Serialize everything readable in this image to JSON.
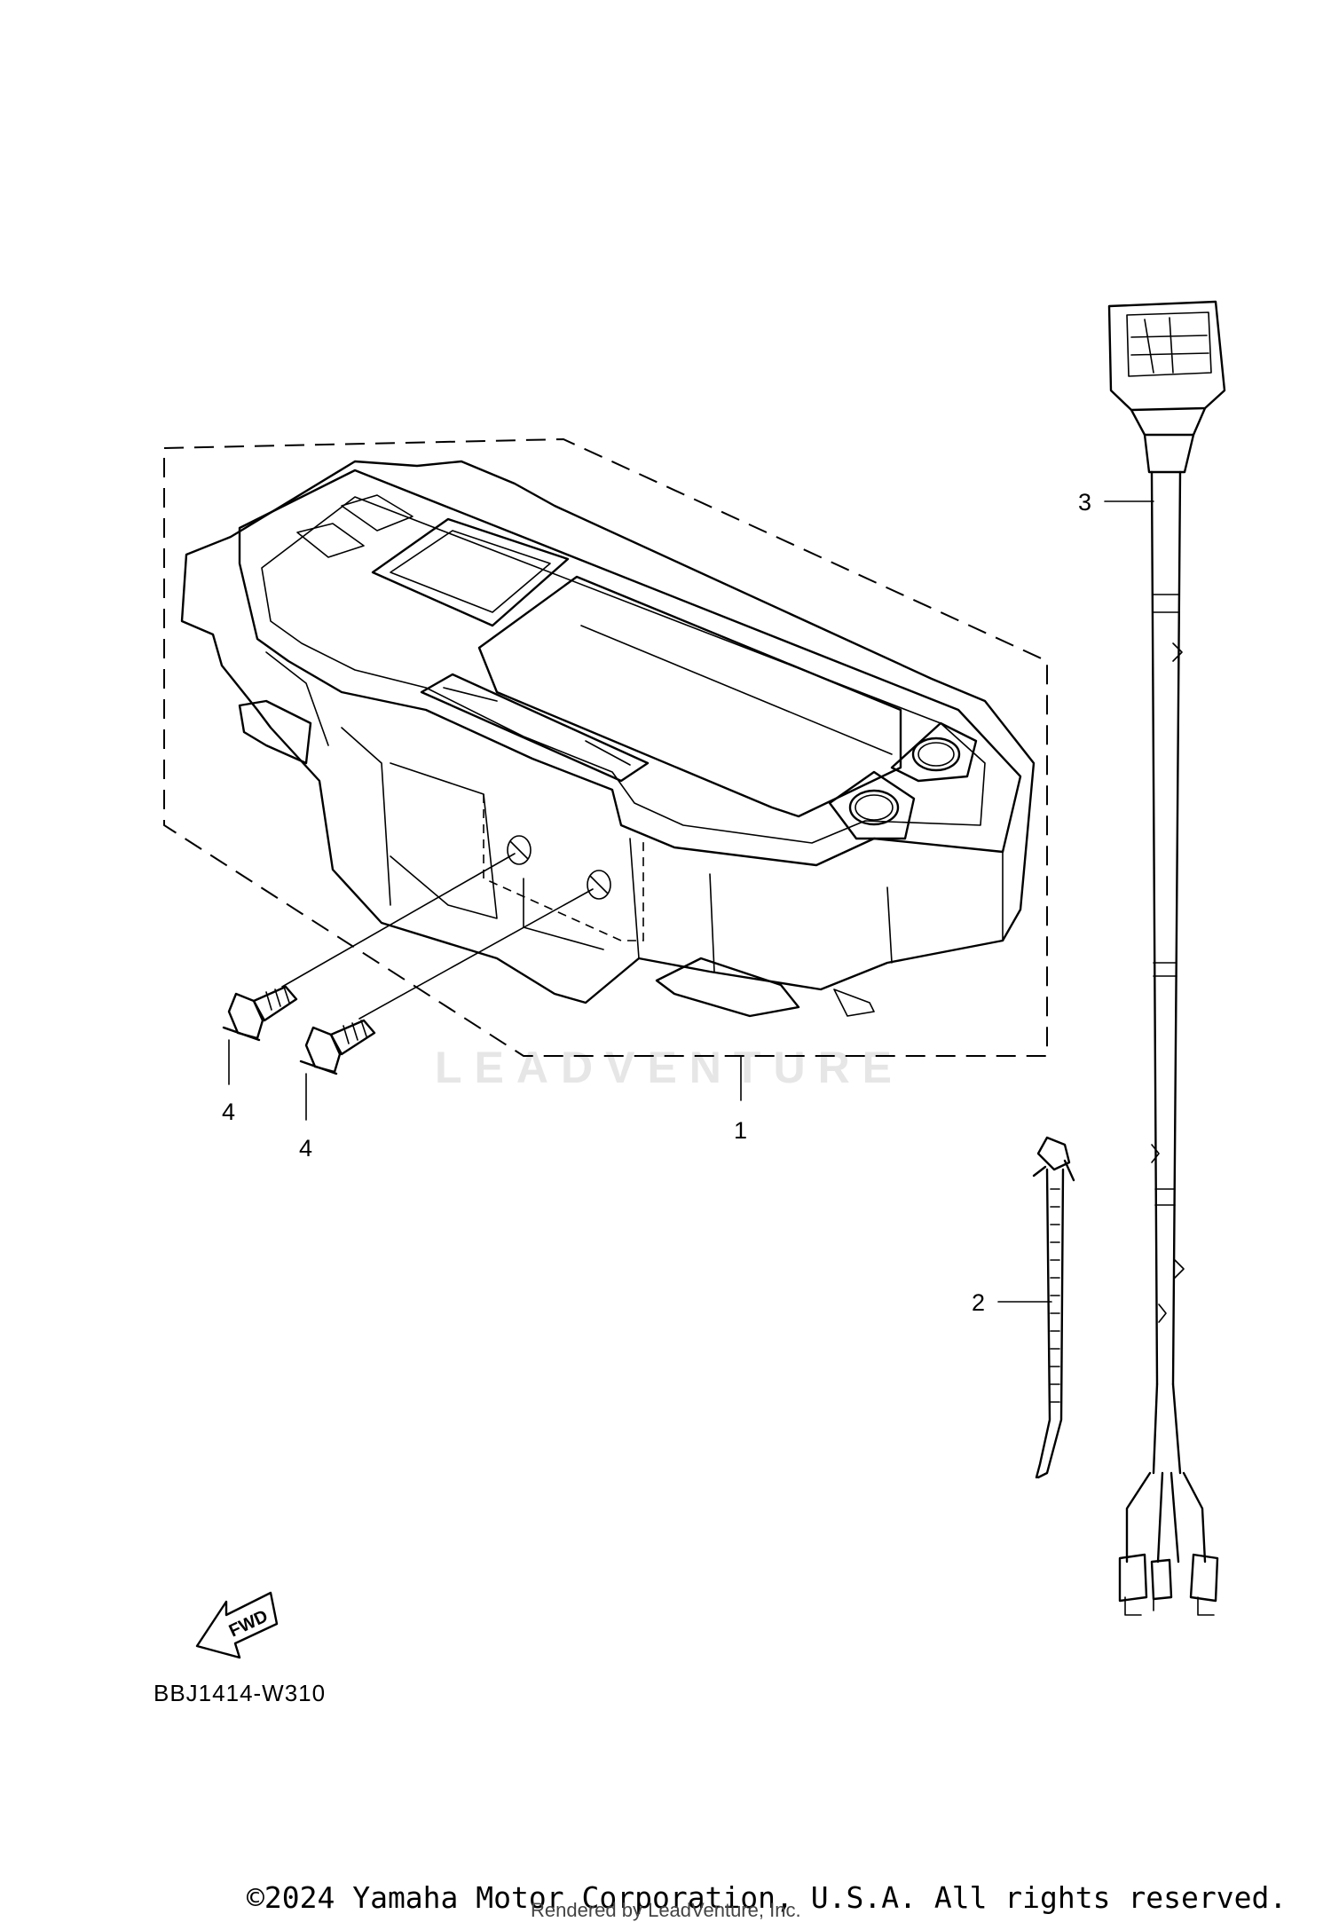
{
  "diagram": {
    "callouts": [
      {
        "id": "1",
        "label": "1"
      },
      {
        "id": "2",
        "label": "2"
      },
      {
        "id": "3",
        "label": "3"
      },
      {
        "id": "4a",
        "label": "4"
      },
      {
        "id": "4b",
        "label": "4"
      }
    ],
    "fwd_label": "FWD",
    "reference_code": "BBJ1414-W310",
    "watermark": "LEADVENTURE",
    "copyright": "©2024 Yamaha Motor Corporation, U.S.A. All rights reserved.",
    "rendered_by": "Rendered by LeadVenture, Inc."
  }
}
